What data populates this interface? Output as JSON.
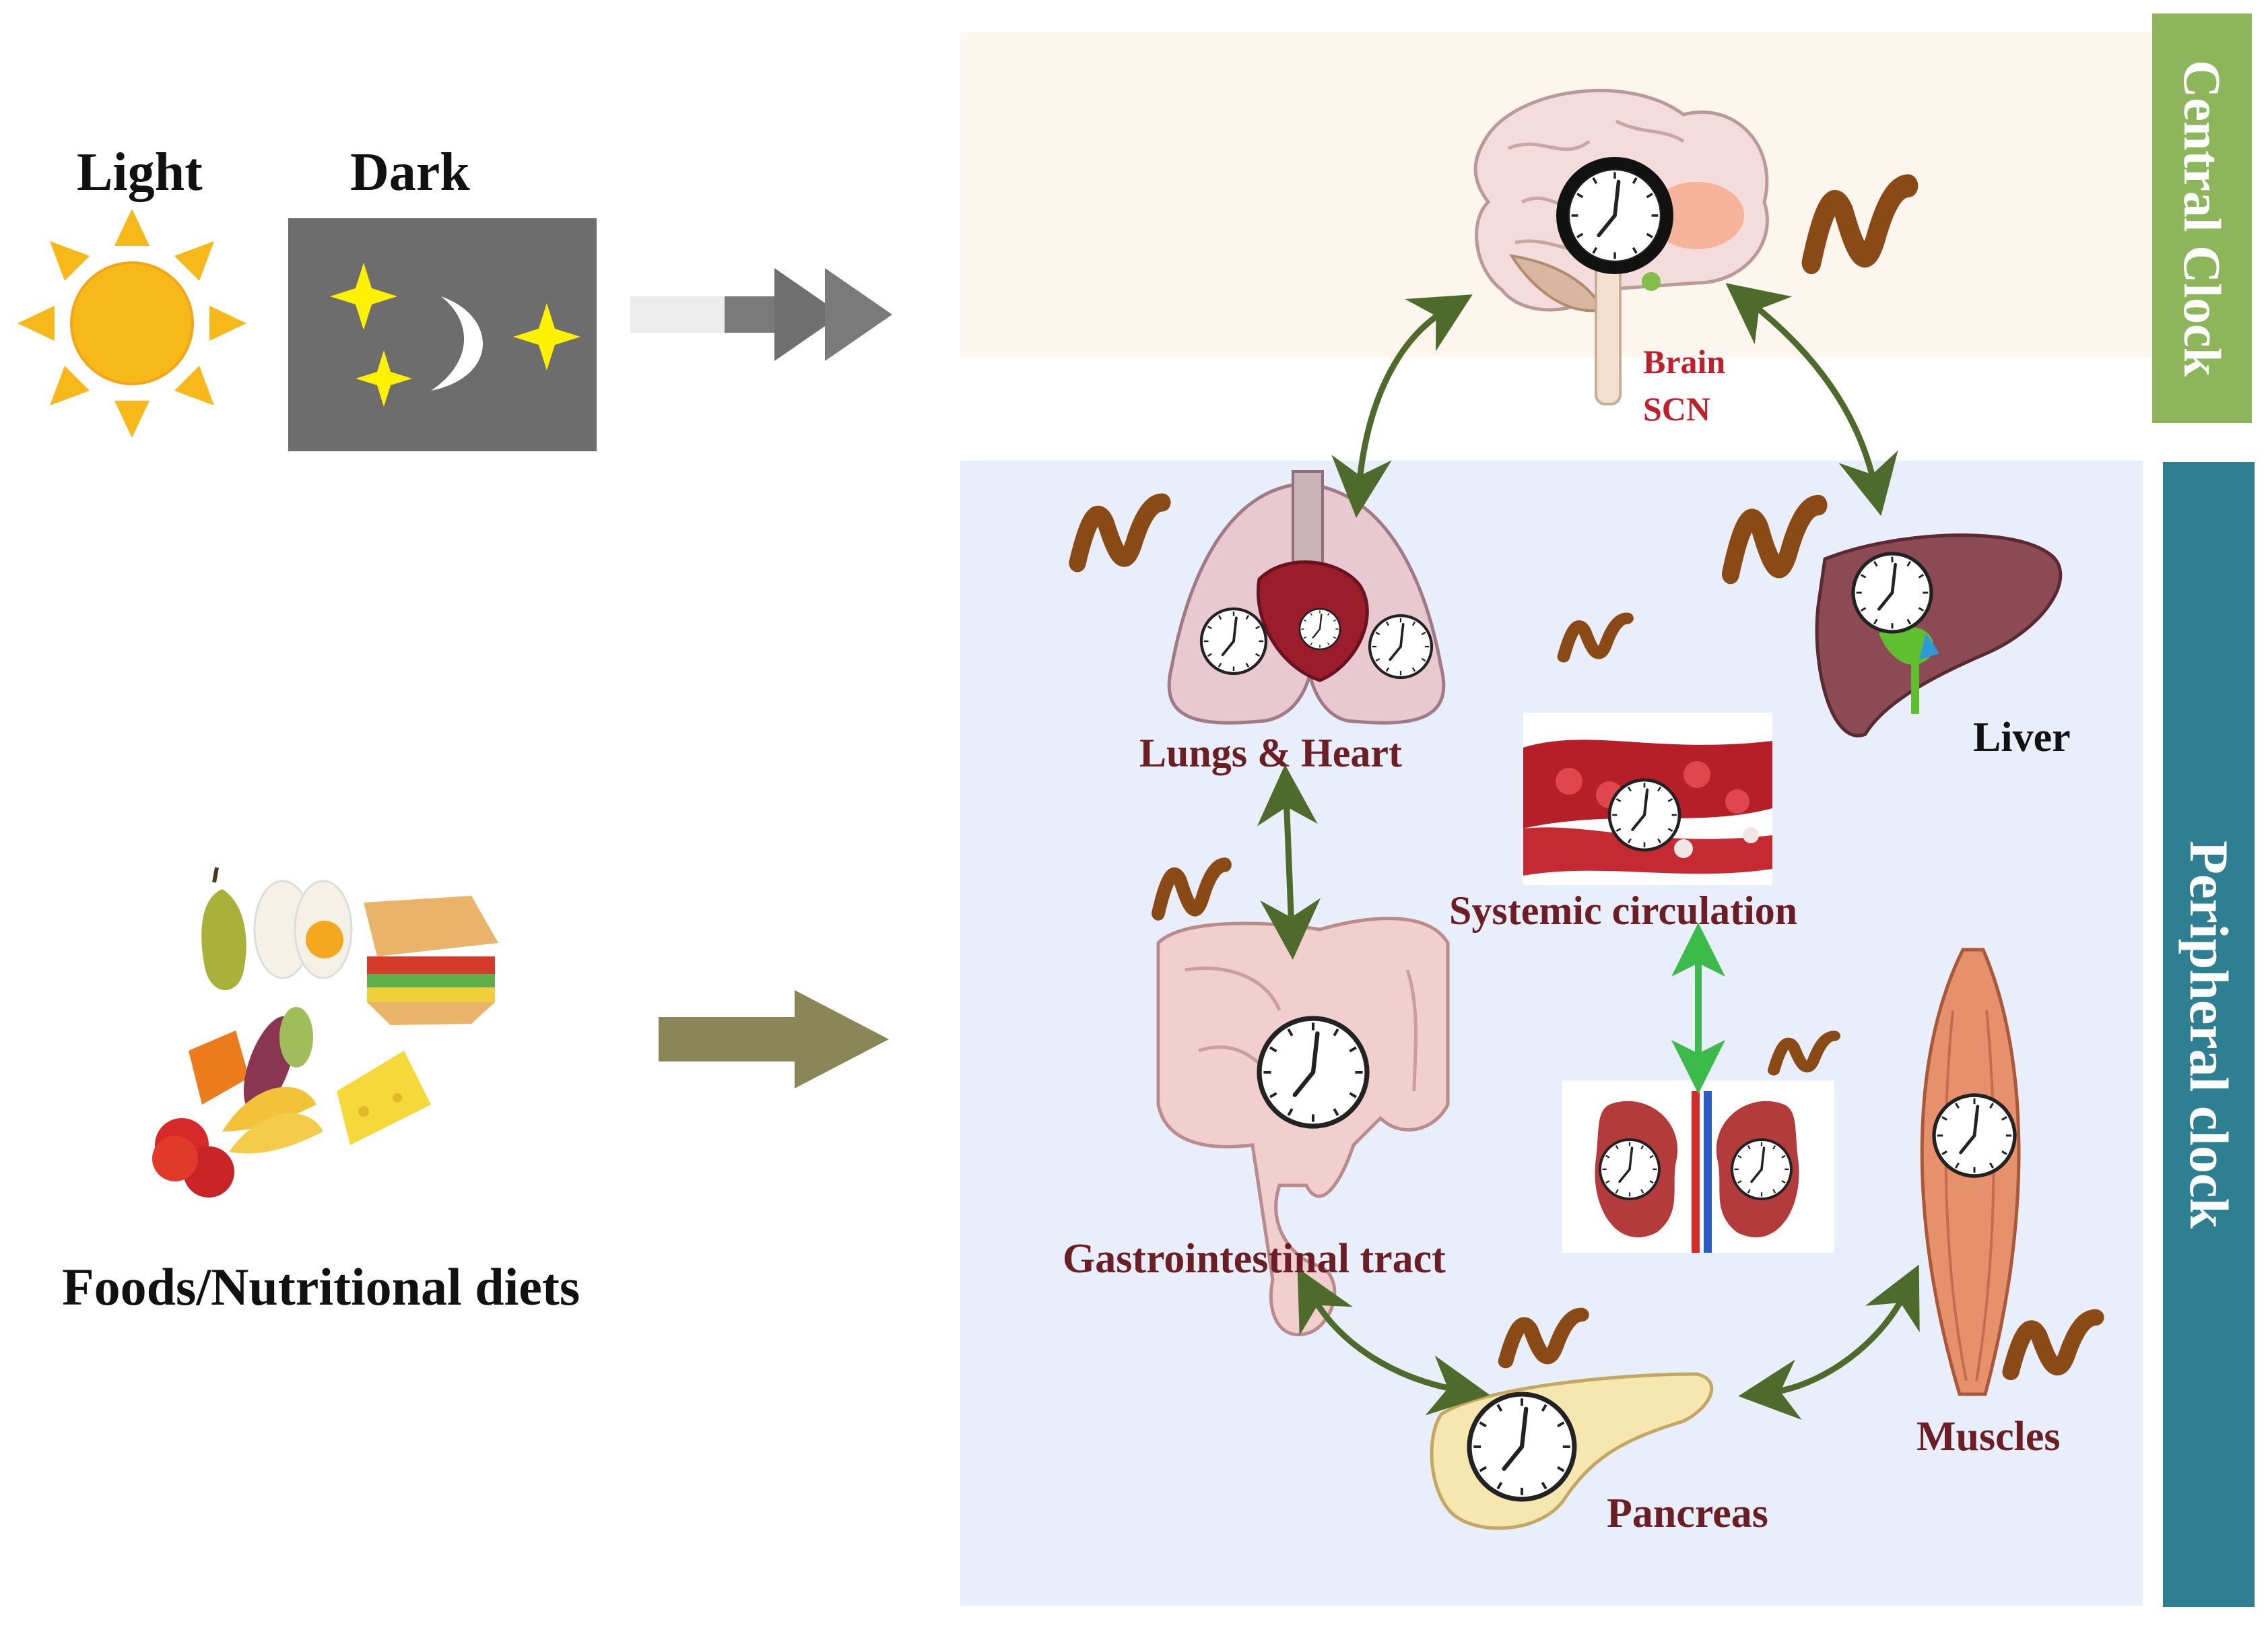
{
  "light_dark": {
    "light_label": "Light",
    "dark_label": "Dark"
  },
  "foods": {
    "label": "Foods/Nutritional diets"
  },
  "central": {
    "side_label": "Central Clock",
    "panel_color": "#fdf6ee",
    "side_color": "#8db55a",
    "brain_label": "Brain",
    "scn_label": "SCN"
  },
  "peripheral": {
    "side_label": "Peripheral clock",
    "panel_color": "#e8eefa",
    "side_color": "#2e7f91",
    "organs": {
      "lungs_heart": "Lungs & Heart",
      "liver": "Liver",
      "systemic": "Systemic circulation",
      "gi": "Gastrointestinal tract",
      "pancreas": "Pancreas",
      "muscles": "Muscles"
    }
  },
  "colors": {
    "arrow_green": "#4f6b2c",
    "arrow_bright_green": "#3dbb4a",
    "wave_brown": "#8a4a16",
    "clock_face": "#ffffff",
    "sun": "#f7b81a",
    "dark_box": "#6d6d6d",
    "stars": "#fff200",
    "arrow_grey": "#6f6f6f",
    "arrow_olive": "#8a8658"
  }
}
